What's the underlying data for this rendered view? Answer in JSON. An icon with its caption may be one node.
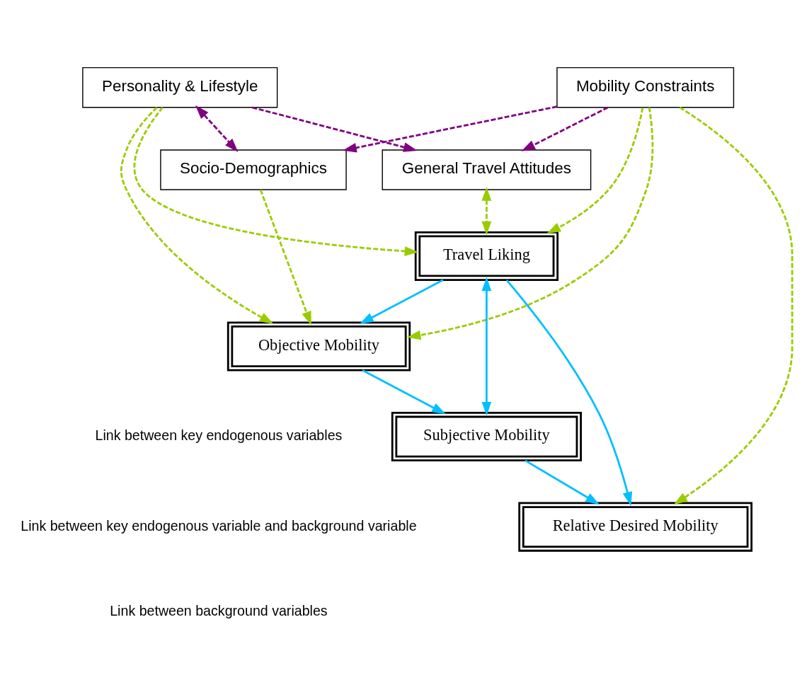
{
  "diagram": {
    "nodes": [
      {
        "text": [
          "Relative Desired Mobility"
        ]
      },
      {
        "text": [
          "Mobility Constraints"
        ]
      },
      {
        "text": [
          "General Travel Attitudes"
        ]
      },
      {
        "text": [
          "Travel Liking"
        ]
      },
      {
        "text": [
          "Personality & Lifestyle"
        ]
      },
      {
        "text": [
          "Socio-Demographics"
        ]
      },
      {
        "text": [
          "Objective Mobility"
        ]
      },
      {
        "text": [
          "Subjective Mobility"
        ]
      }
    ],
    "edges": [
      {
        "from": 1,
        "to": 0,
        "arrow": "to",
        "style": "dashed"
      },
      {
        "from": 1,
        "to": 3,
        "arrow": "to",
        "style": "dashed"
      },
      {
        "from": 3,
        "to": 0,
        "arrow": "to",
        "color": "#00bfff"
      },
      {
        "from": 7,
        "to": 0,
        "arrow": "to",
        "color": "#00bfff"
      },
      {
        "from": 1,
        "to": 2,
        "arrow": "to",
        "style": "dashed",
        "color": "#800080"
      },
      {
        "from": 2,
        "to": 3,
        "arrow": "both",
        "style": "dashed"
      },
      {
        "from": 3,
        "to": 7,
        "arrow": "both",
        "color": "#00bfff"
      },
      {
        "from": 4,
        "to": 2,
        "arrow": "to",
        "style": "dashed",
        "color": "#800080"
      },
      {
        "from": 4,
        "to": 3,
        "arrow": "to",
        "style": "dashed"
      },
      {
        "from": 4,
        "to": 5,
        "arrow": "both",
        "style": "dashed",
        "color": "#800080"
      },
      {
        "from": 3,
        "to": 6,
        "arrow": "to",
        "color": "#00bfff"
      },
      {
        "from": 1,
        "to": 5,
        "arrow": "to",
        "style": "dashed",
        "color": "#800080"
      },
      {
        "from": 4,
        "to": 6,
        "arrow": "to",
        "style": "dashed"
      },
      {
        "from": 5,
        "to": 6,
        "arrow": "to",
        "style": "dashed"
      },
      {
        "from": 1,
        "to": 6,
        "arrow": "to",
        "style": "dashed"
      },
      {
        "from": 6,
        "to": 7,
        "arrow": "to",
        "color": "#00bfff"
      }
    ],
    "legend": [
      {
        "text": "Link between key endogenous variables"
      },
      {
        "text": "Link between key endogenous variable and background variable"
      },
      {
        "text": "Link between background variables"
      }
    ]
  }
}
